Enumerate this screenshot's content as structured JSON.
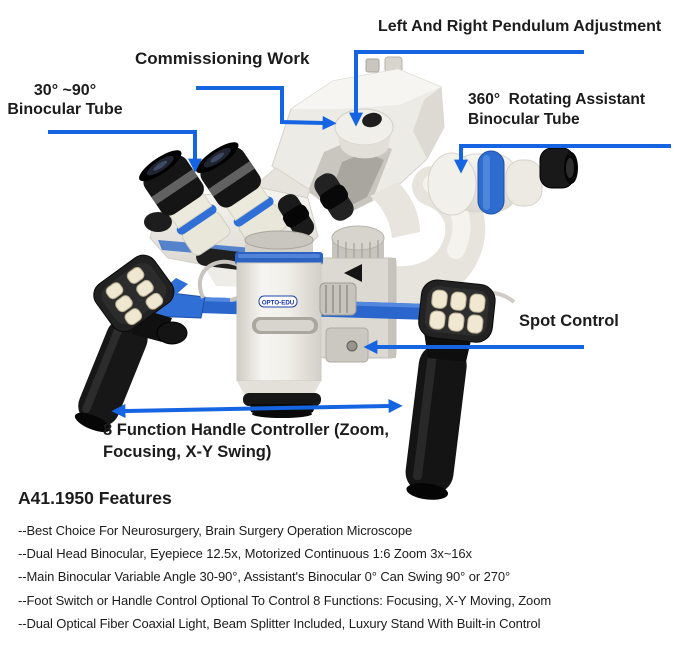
{
  "colors": {
    "accent_blue": "#1565e2",
    "microscope_blue": "#2d63c0",
    "text": "#1c1c1c"
  },
  "annotations": {
    "pendulum_label": "Left And Right Pendulum Adjustment",
    "commissioning_label": "Commissioning Work",
    "binocular_label_line1": "30° ~90°",
    "binocular_label_line2": "Binocular Tube",
    "assistant_label_line1": "360°  Rotating Assistant",
    "assistant_label_line2": "Binocular Tube",
    "spot_label": "Spot Control",
    "handle_label_line1": "8 Function Handle Controller (Zoom,",
    "handle_label_line2": "Focusing, X-Y Swing)"
  },
  "microscope": {
    "brand_label": "OPTO-EDU"
  },
  "features": {
    "heading": "A41.1950 Features",
    "items": [
      "--Best Choice For Neurosurgery, Brain Surgery Operation Microscope",
      "--Dual Head Binocular, Eyepiece 12.5x, Motorized Continuous 1:6 Zoom 3x~16x",
      "--Main Binocular Variable Angle 30-90°, Assistant's Binocular 0° Can Swing 90° or 270°",
      "--Foot Switch or Handle Control Optional To Control 8 Functions: Focusing, X-Y Moving, Zoom",
      "--Dual Optical Fiber Coaxial Light, Beam Splitter Included, Luxury Stand With Built-in Control"
    ]
  }
}
